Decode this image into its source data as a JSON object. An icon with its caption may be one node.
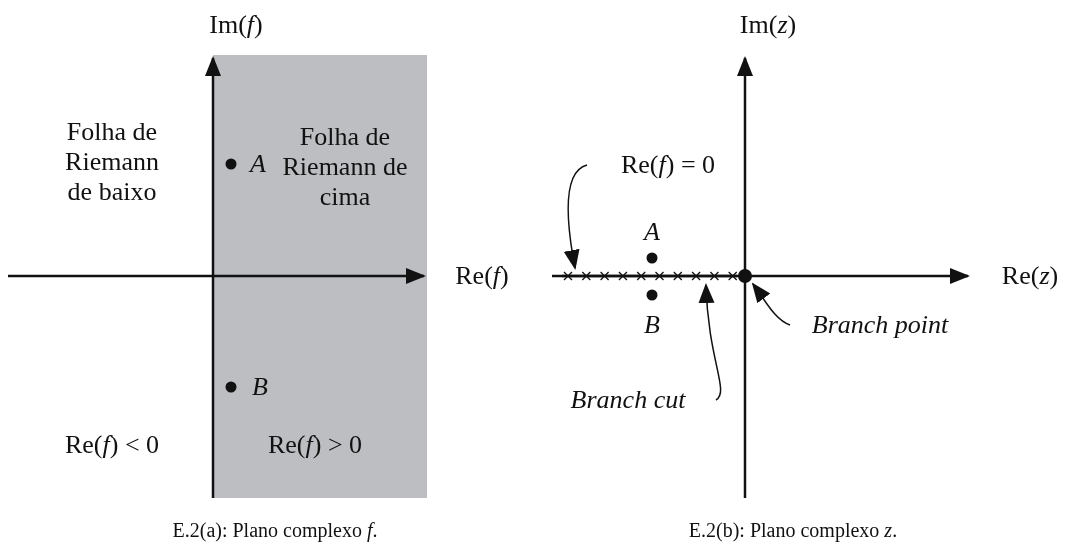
{
  "diagram": {
    "nodes": [
      {
        "text": [
          "Folha de Riemann de cima",
          "Re(*f*) > 0"
        ]
      },
      {
        "text": [
          "Re(*f*) = 0"
        ]
      },
      {
        "text": [],
        "shape": "line"
      },
      {
        "text": [],
        "shape": "circle"
      },
      {
        "text": [
          "Branch point"
        ]
      },
      {
        "text": [
          "Branch cut"
        ]
      }
    ],
    "edges": [
      {
        "from": 1,
        "to": 2,
        "arrow": "to"
      },
      {
        "from": 4,
        "to": 3,
        "arrow": "to"
      },
      {
        "from": 5,
        "to": 2,
        "arrow": "to"
      }
    ],
    "labels": [
      "Im(*f*)",
      "Im(*z*)",
      "Folha de Riemann de baixo",
      "A",
      "Re(*f*)",
      "A",
      "Re(*z*)",
      "B",
      "B",
      "Re(*f*) < 0",
      "E.2(a): Plano complexo *f*.",
      "E.2(b): Plano complexo *z*."
    ]
  }
}
